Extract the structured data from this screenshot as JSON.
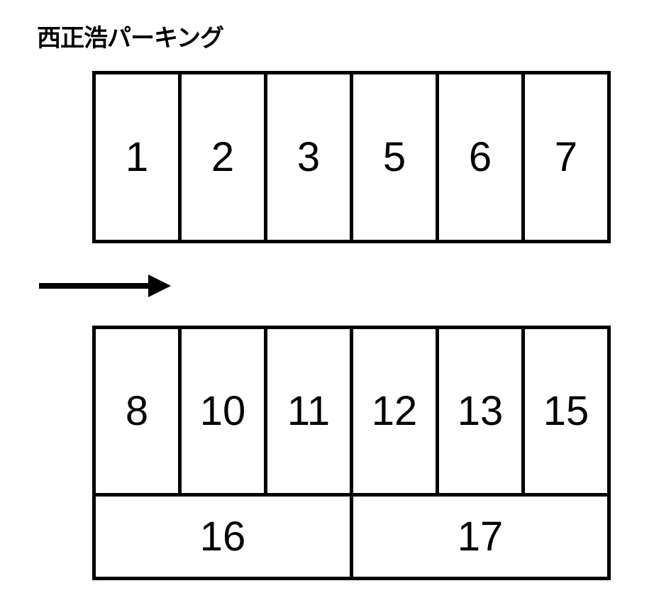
{
  "title": "西正浩パーキング",
  "direction_arrow": {
    "icon": "arrow-right-icon",
    "direction": "right"
  },
  "top_row": {
    "spaces": [
      "1",
      "2",
      "3",
      "5",
      "6",
      "7"
    ]
  },
  "bottom_block": {
    "upper_spaces": [
      "8",
      "10",
      "11",
      "12",
      "13",
      "15"
    ],
    "lower_spaces": [
      "16",
      "17"
    ]
  },
  "colors": {
    "line": "#000000",
    "background": "#ffffff"
  }
}
